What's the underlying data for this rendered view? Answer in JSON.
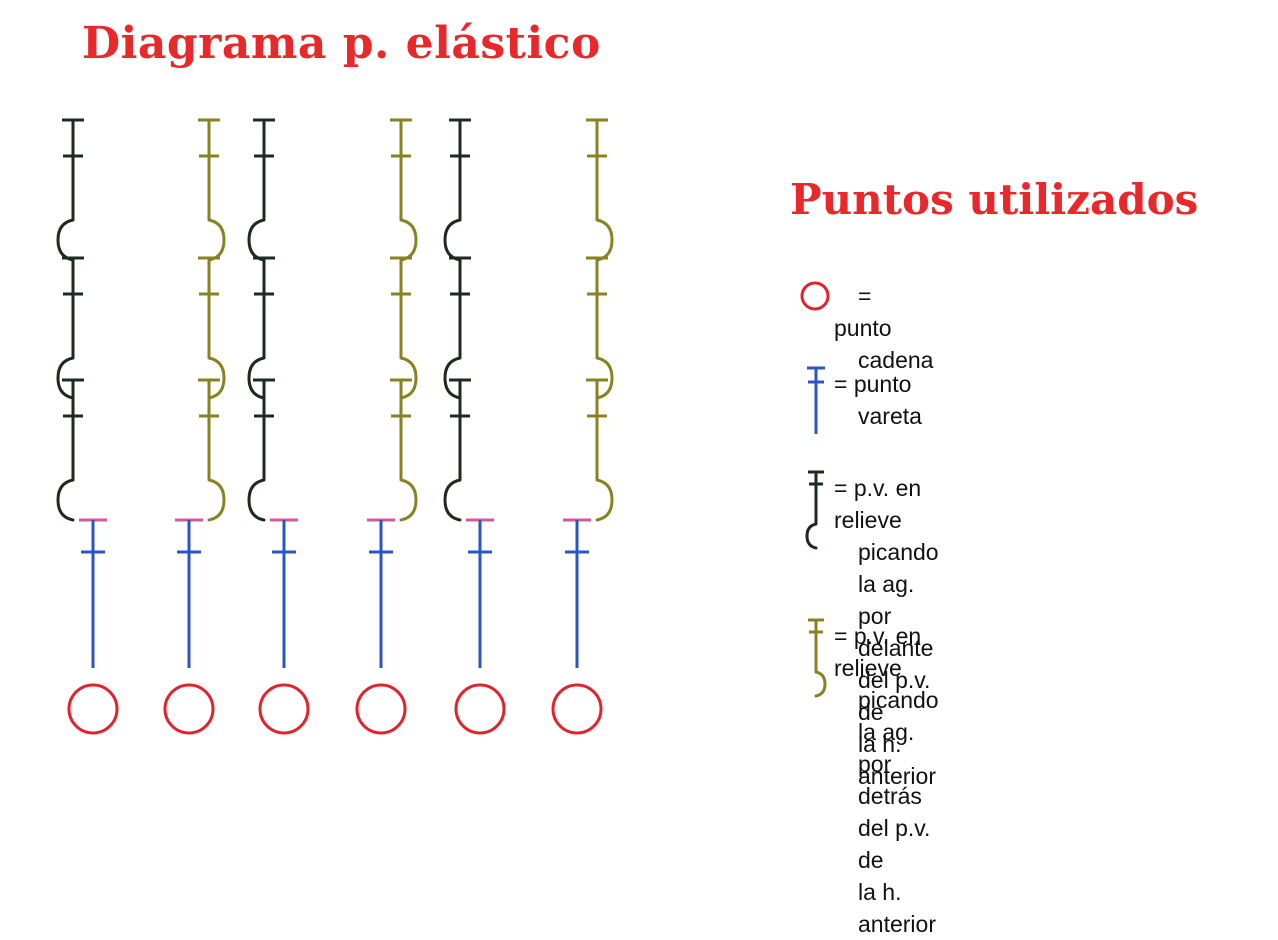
{
  "title": "Diagrama p. elástico",
  "legend_title": "Puntos utilizados",
  "colors": {
    "title_red": "#e8282a",
    "chain_red": "#e2232d",
    "blue": "#2b55c4",
    "dark": "#1c2a1f",
    "olive": "#8a8220",
    "pink": "#d8579a"
  },
  "legend": [
    {
      "symbol": "chain-circle",
      "lines": [
        "= punto",
        "cadena"
      ]
    },
    {
      "symbol": "vareta-blue",
      "lines": [
        "= punto",
        "vareta"
      ]
    },
    {
      "symbol": "relief-front",
      "lines": [
        "= p.v. en relieve",
        "picando la ag. por",
        "delante del p.v. de",
        "la h. anterior"
      ]
    },
    {
      "symbol": "relief-back",
      "lines": [
        "= p.v. en relieve",
        "picando la ag. por",
        "detrás del p.v. de",
        "la h. anterior"
      ]
    }
  ]
}
